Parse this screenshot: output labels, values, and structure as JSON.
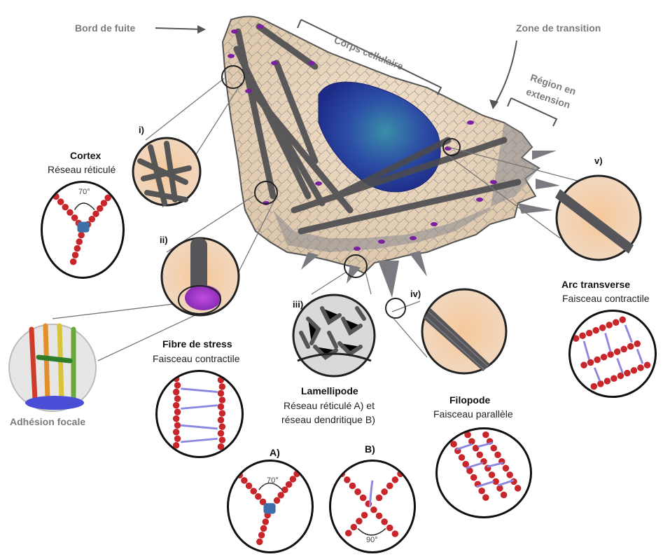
{
  "labels": {
    "bord_de_fuite": "Bord de fuite",
    "corps_cellulaire": "Corps cellulaire",
    "zone_de_transition": "Zone de transition",
    "region_en_extension_line1": "Région en",
    "region_en_extension_line2": "extension",
    "cortex_title": "Cortex",
    "cortex_sub": "Réseau réticulé",
    "cortex_angle": "70°",
    "fibre_title": "Fibre de stress",
    "fibre_sub": "Faisceau contractile",
    "adhesion": "Adhésion focale",
    "lamellipode_title": "Lamellipode",
    "lamellipode_sub1": "Réseau réticulé A) et",
    "lamellipode_sub2": "réseau dendritique B)",
    "filopode_title": "Filopode",
    "filopode_sub": "Faisceau parallèle",
    "arc_title": "Arc transverse",
    "arc_sub": "Faisceau contractile",
    "a_label": "A)",
    "a_angle": "70°",
    "b_label": "B)",
    "b_angle": "90°"
  },
  "markers": {
    "i": "i)",
    "ii": "ii)",
    "iii": "iii)",
    "iv": "iv)",
    "v": "v)"
  },
  "colors": {
    "cell_body": "#e9d3b8",
    "nucleus": "#2a3f9e",
    "actin_bead": "#c8262b",
    "crosslinker": "#8b86e0",
    "arp_complex": "#3f6fa8",
    "stress_fiber": "#4a4a4a",
    "label_gray": "#7b7b7b"
  }
}
